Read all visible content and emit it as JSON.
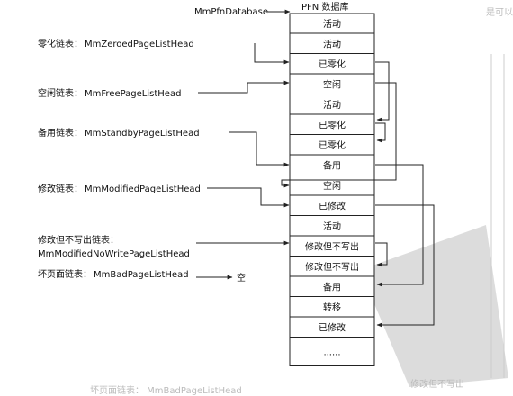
{
  "header": {
    "database_label": "MmPfnDatabase",
    "array_title": "PFN 数据库",
    "corner_ghost": "是可以I"
  },
  "pfn_cells": [
    "活动",
    "活动",
    "已零化",
    "空闲",
    "活动",
    "已零化",
    "已零化",
    "备用",
    "空闲",
    "已修改",
    "活动",
    "修改但不写出",
    "修改但不写出",
    "备用",
    "转移",
    "已修改",
    "......"
  ],
  "lists": [
    {
      "key": "zeroed",
      "name": "零化链表：",
      "head": "MmZeroedPageListHead"
    },
    {
      "key": "free",
      "name": "空闲链表：",
      "head": "MmFreePageListHead"
    },
    {
      "key": "standby",
      "name": "备用链表：",
      "head": "MmStandbyPageListHead"
    },
    {
      "key": "modified",
      "name": "修改链表：",
      "head": "MmModifiedPageListHead"
    },
    {
      "key": "nowrite",
      "name": "修改但不写出链表：",
      "head": "MmModifiedNoWritePageListHead"
    },
    {
      "key": "bad",
      "name": "坏页面链表：",
      "head": "MmBadPageListHead"
    }
  ],
  "bad_target": "空",
  "bottom_ghost": "坏页面链表：  MmBadPageListHead",
  "right_ghost": "修改但不写出",
  "colors": {
    "ink": "#222222",
    "watermark": "#9a9a9a"
  }
}
